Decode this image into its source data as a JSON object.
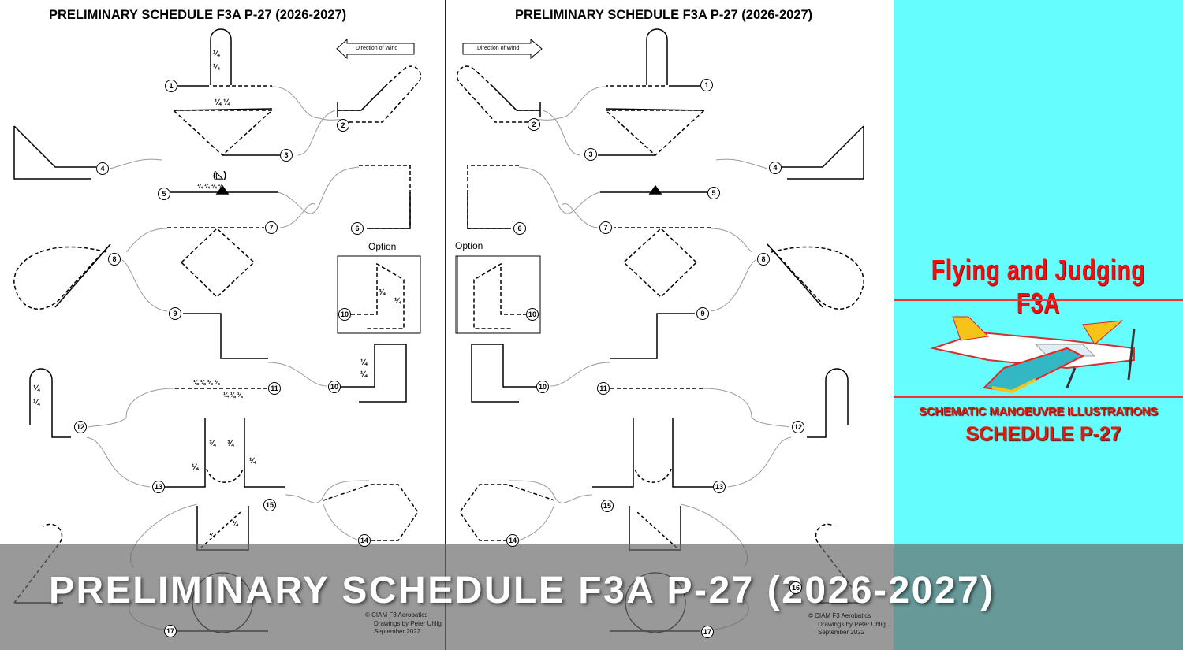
{
  "left_panel": {
    "title": "PRELIMINARY SCHEDULE F3A P-27 (2026-2027)",
    "wind_label": "Direction of Wind",
    "option_label": "Option",
    "markers": [
      "1",
      "2",
      "3",
      "4",
      "5",
      "6",
      "7",
      "8",
      "9",
      "10",
      "10",
      "11",
      "12",
      "13",
      "14",
      "15",
      "17"
    ],
    "fractions": [
      "¼",
      "¼",
      "¼ ¼",
      "(◺)",
      "¼ ¼ ¼ ¼",
      "¾",
      "¼",
      "¼",
      "¼",
      "⅛ ⅛ ⅛ ⅛",
      "¼ ⅛ ⅛",
      "¼",
      "¼",
      "¾",
      "¾",
      "¼",
      "¼",
      "¼",
      "¼"
    ],
    "credit": [
      "© CIAM F3 Aerobatics",
      "Drawings by Peter Uhlig",
      "September 2022"
    ]
  },
  "right_panel": {
    "title": "PRELIMINARY SCHEDULE F3A P-27 (2026-2027)",
    "wind_label": "Direction of Wind",
    "option_label": "Option",
    "markers": [
      "1",
      "2",
      "3",
      "4",
      "5",
      "6",
      "7",
      "8",
      "9",
      "10",
      "10",
      "11",
      "12",
      "13",
      "14",
      "15",
      "16",
      "17"
    ],
    "credit": [
      "© CIAM F3 Aerobatics",
      "Drawings by Peter Uhlig",
      "September 2022"
    ]
  },
  "cover": {
    "title": "Flying and Judging F3A",
    "subtitle": "SCHEMATIC MANOEUVRE ILLUSTRATIONS",
    "schedule": "SCHEDULE P-27",
    "background": "#66fdfe",
    "accent": "#ee1010"
  },
  "overlay_title": "PRELIMINARY SCHEDULE F3A P-27 (2026-2027)"
}
